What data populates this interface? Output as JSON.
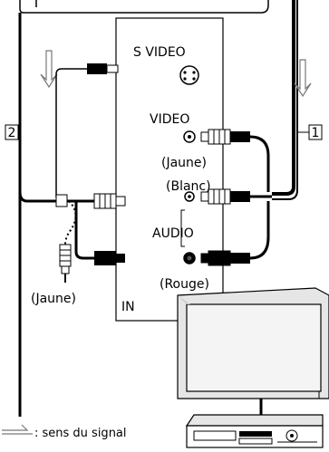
{
  "labels": {
    "s_video": "S VIDEO",
    "video": "VIDEO",
    "jaune_video": "(Jaune)",
    "blanc": "(Blanc)",
    "audio": "AUDIO",
    "rouge": "(Rouge)",
    "in": "IN",
    "jaune_plug": "(Jaune)",
    "callout_1": "1",
    "callout_2": "2",
    "legend": ": sens du signal"
  },
  "colors": {
    "line": "#000000",
    "panel_bg": "#ffffff",
    "arrow_outline": "#777777",
    "tv_screen": "#f4f4f4",
    "tv_body": "#e6e6e6"
  },
  "icons": {
    "signal_direction": "open-arrow-icon",
    "s_video_jack": "s-video-jack-icon",
    "rca_jack": "rca-jack-icon",
    "rca_plug": "rca-plug-icon",
    "tv": "television-icon",
    "vcr": "vcr-icon"
  }
}
